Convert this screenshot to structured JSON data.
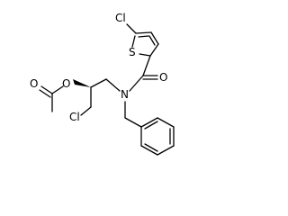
{
  "molecule": {
    "atom_labels": {
      "cl_thiophene": "Cl",
      "s_thiophene": "S",
      "o_amide": "O",
      "n_amide": "N",
      "o_ester": "O",
      "o_carbonyl_ester": "O",
      "cl_chloromethyl": "Cl"
    }
  }
}
